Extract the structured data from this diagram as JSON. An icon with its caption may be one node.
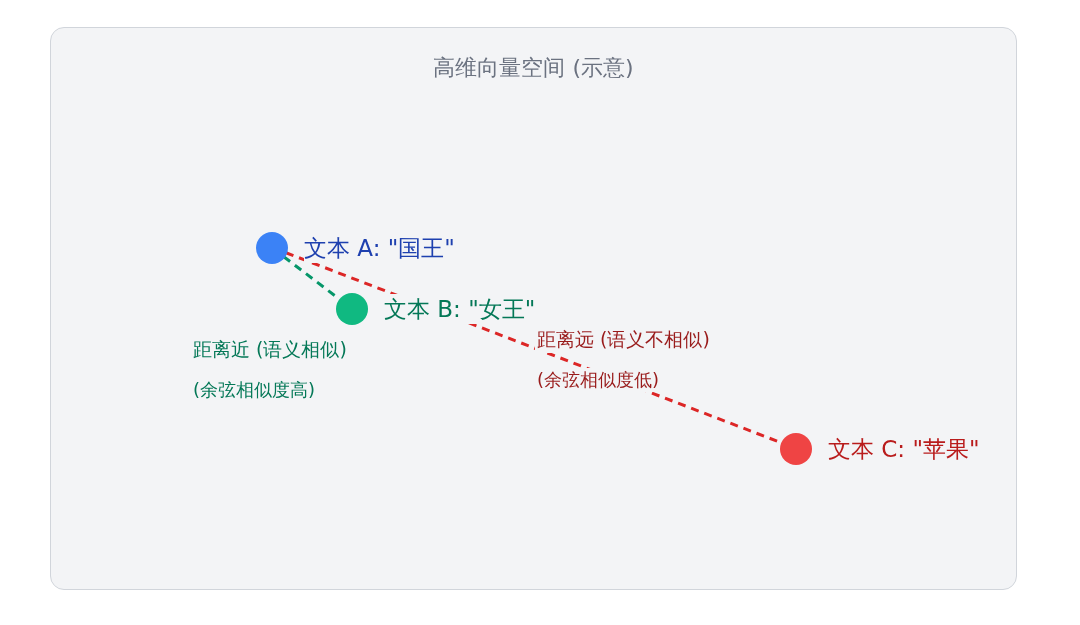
{
  "diagram": {
    "nodes": [
      {
        "text": [
          "高维向量空间 (示意)"
        ]
      },
      {
        "text": [],
        "shape": "circle",
        "beside": [
          "文本 A: \"国王\""
        ],
        "in": 0
      },
      {
        "text": [],
        "shape": "circle",
        "beside": [
          "文本 B: \"女王\""
        ],
        "in": 0
      },
      {
        "text": [],
        "shape": "circle",
        "beside": [
          "文本 C: \"苹果\""
        ],
        "in": 0
      }
    ],
    "edges": [
      {
        "from": 1,
        "to": 2,
        "arrow": "none",
        "style": "dashed",
        "color": "#059669",
        "label": "距离近 (语义相似)"
      },
      {
        "from": 1,
        "to": 3,
        "arrow": "none",
        "style": "dashed",
        "color": "#dc2626",
        "label": "距离远 (语义不相似)"
      }
    ],
    "labels": [
      "(余弦相似度高)",
      "(余弦相似度低)"
    ]
  }
}
